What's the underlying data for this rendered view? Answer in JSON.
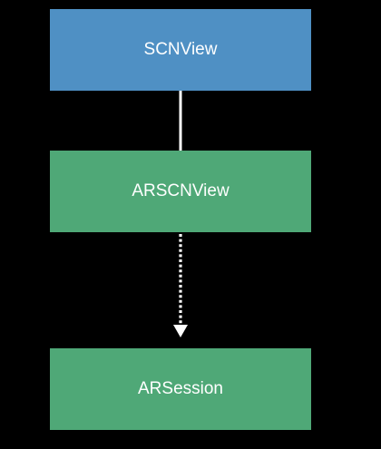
{
  "nodes": [
    {
      "id": "scnview",
      "label": "SCNView",
      "color": "#4f90c4"
    },
    {
      "id": "arscnview",
      "label": "ARSCNView",
      "color": "#4fa877"
    },
    {
      "id": "arsession",
      "label": "ARSession",
      "color": "#4fa877"
    }
  ],
  "edges": [
    {
      "from": "scnview",
      "to": "arscnview",
      "style": "solid",
      "arrow": false
    },
    {
      "from": "arscnview",
      "to": "arsession",
      "style": "dotted",
      "arrow": true
    }
  ],
  "colors": {
    "background": "#000000",
    "connector": "#ffffff",
    "text": "#ffffff"
  }
}
